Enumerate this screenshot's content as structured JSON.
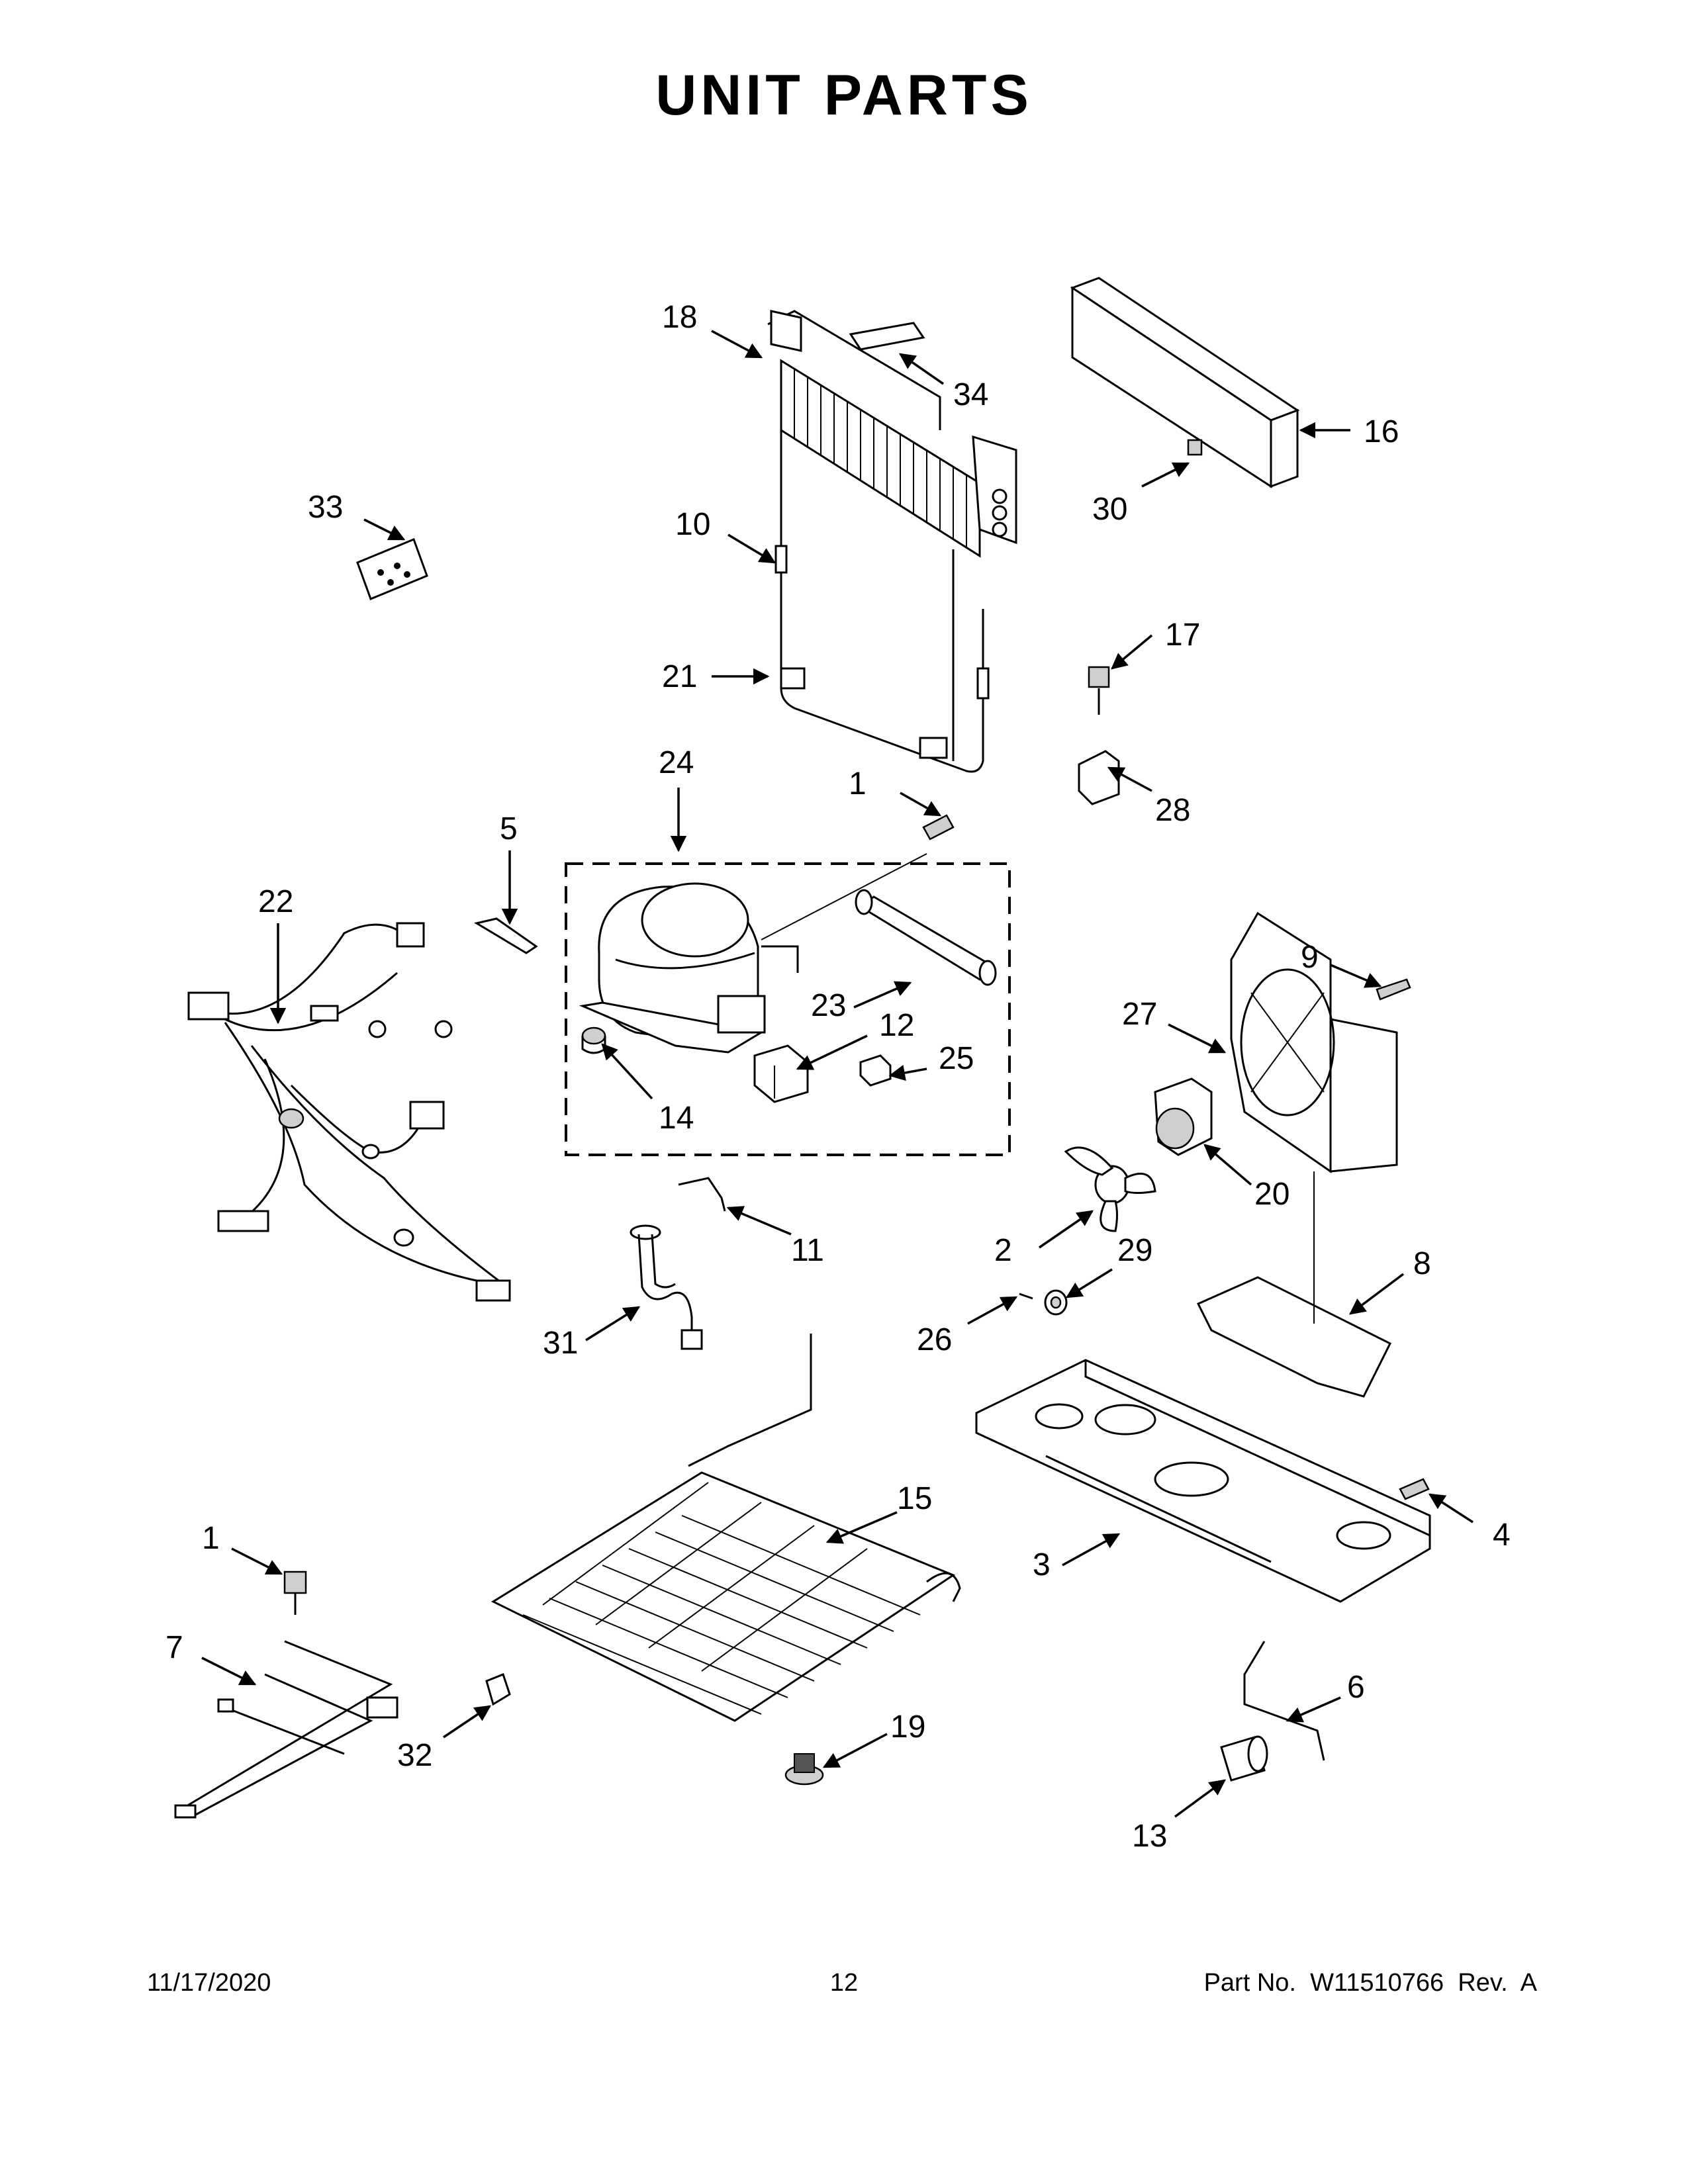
{
  "title": "UNIT PARTS",
  "footer": {
    "date": "11/17/2020",
    "page": "12",
    "part_no": "Part No.  W11510766  Rev.  A"
  },
  "callouts": {
    "c18": "18",
    "c34": "34",
    "c16": "16",
    "c33": "33",
    "c10": "10",
    "c30": "30",
    "c17": "17",
    "c21": "21",
    "c24": "24",
    "c28": "28",
    "c1a": "1",
    "c5": "5",
    "c22": "22",
    "c9": "9",
    "c27": "27",
    "c23": "23",
    "c12": "12",
    "c25": "25",
    "c14": "14",
    "c20": "20",
    "c11": "11",
    "c2": "2",
    "c29": "29",
    "c8": "8",
    "c26": "26",
    "c31": "31",
    "c15": "15",
    "c4": "4",
    "c1b": "1",
    "c3": "3",
    "c7": "7",
    "c6": "6",
    "c19": "19",
    "c32": "32",
    "c13": "13"
  }
}
